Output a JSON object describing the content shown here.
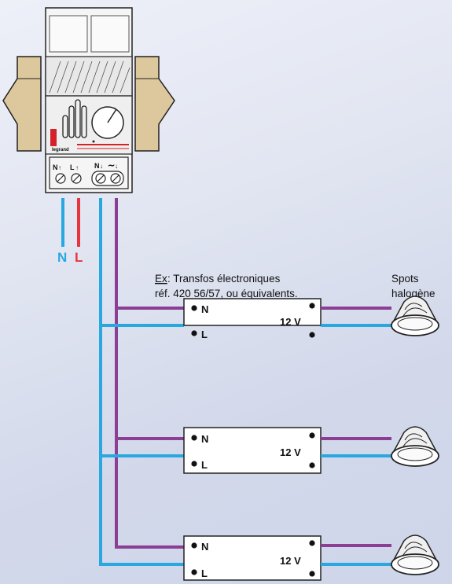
{
  "device": {
    "brand": "legrand",
    "terminals": [
      "N",
      "L",
      "N",
      "∼"
    ]
  },
  "wire_labels": {
    "neutral": "N",
    "live": "L"
  },
  "note": {
    "prefix": "Ex",
    "line1": " : Transfos électroniques",
    "line2": "réf. 420 56/57, ou équivalents."
  },
  "lamps_label": {
    "line1": "Spots",
    "line2": "halogène"
  },
  "transformers": [
    {
      "pin_n": "N",
      "pin_l": "L",
      "voltage": "12 V"
    },
    {
      "pin_n": "N",
      "pin_l": "L",
      "voltage": "12 V"
    },
    {
      "pin_n": "N",
      "pin_l": "L",
      "voltage": "12 V"
    }
  ],
  "colors": {
    "neutral_wire": "#29a8e0",
    "live_wire": "#e8343c",
    "output_wire": "#8b3e93",
    "box_fill": "#ddc79c"
  }
}
